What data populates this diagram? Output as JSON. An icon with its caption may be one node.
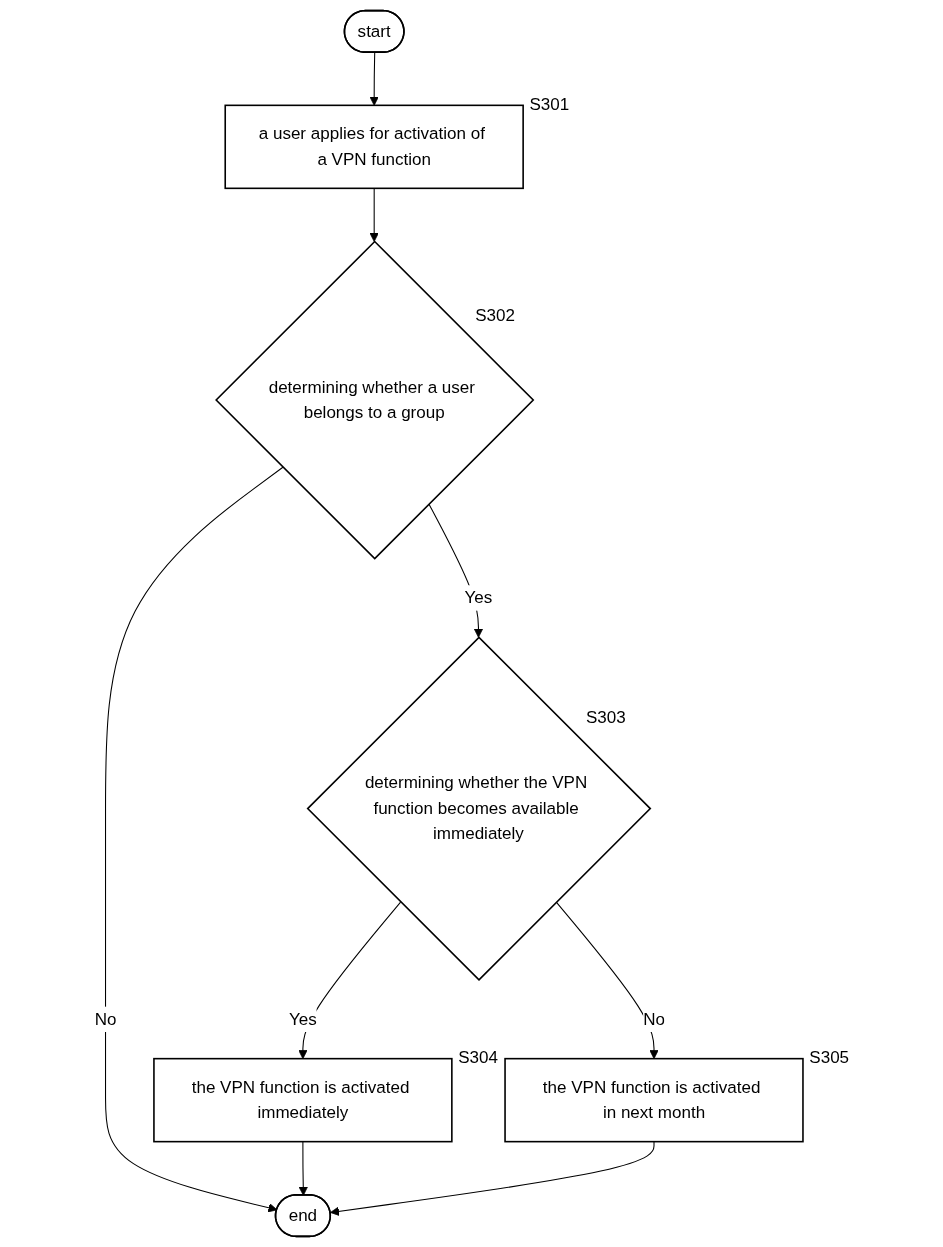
{
  "diagram": {
    "nodes": [
      {
        "text": [
          "start"
        ]
      },
      {
        "text": [
          "a user applies for activation of a VPN function"
        ],
        "beside": [
          "S301"
        ]
      },
      {
        "text": [
          "determining whether a user belongs to a group"
        ],
        "beside": [
          "S302"
        ]
      },
      {
        "text": [
          "determining whether the VPN function becomes available immediately"
        ],
        "beside": [
          "S303"
        ]
      },
      {
        "text": [
          "the VPN function is activated immediately"
        ],
        "beside": [
          "S304"
        ]
      },
      {
        "text": [
          "the VPN function is activated in next month"
        ],
        "beside": [
          "S305"
        ]
      },
      {
        "text": [
          "end"
        ]
      }
    ],
    "edges": [
      {
        "from": 0,
        "to": 1,
        "arrow": "to"
      },
      {
        "from": 1,
        "to": 2,
        "arrow": "to"
      },
      {
        "from": 2,
        "to": 6,
        "label": "No",
        "arrow": "to"
      },
      {
        "from": 2,
        "to": 3,
        "label": "Yes",
        "arrow": "to"
      },
      {
        "from": 3,
        "to": 4,
        "label": "Yes",
        "arrow": "to"
      },
      {
        "from": 3,
        "to": 5,
        "label": "No",
        "arrow": "to"
      },
      {
        "from": 4,
        "to": 6,
        "arrow": "to"
      },
      {
        "from": 5,
        "to": 6,
        "arrow": "to"
      }
    ]
  }
}
